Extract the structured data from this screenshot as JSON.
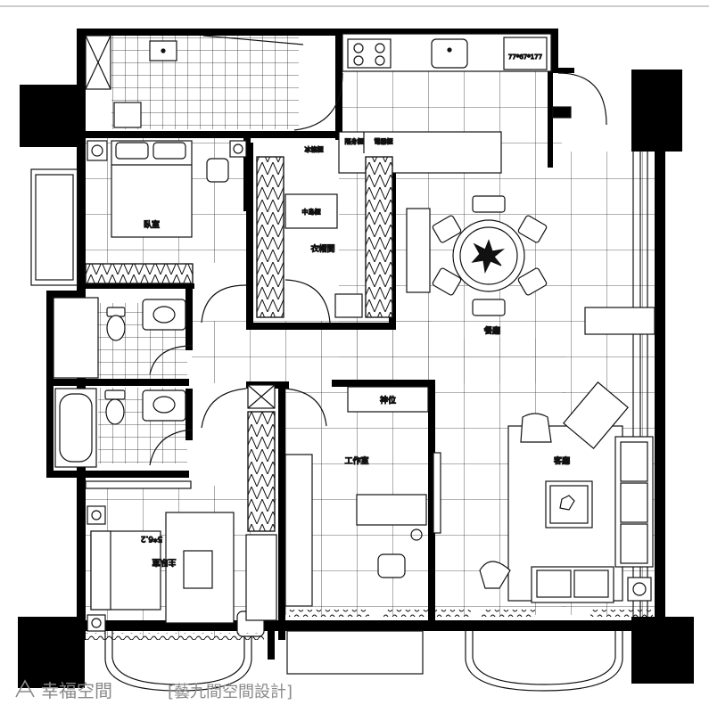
{
  "rooms": {
    "bedroom": "臥室",
    "walk_in_closet": "衣帽間",
    "dining": "餐廳",
    "study": "工作室",
    "living": "客廳",
    "master_bedroom": "主臥室",
    "altar": "神位"
  },
  "furniture_labels": {
    "island": "中島櫃",
    "fridge": "冰箱櫃",
    "cabinet_left": "隔身櫃",
    "cabinet_right": "電器櫃",
    "appliance_size": "77*67*177",
    "bed_size": "5*6.2"
  },
  "watermark": {
    "brand": "幸福空間",
    "designer": "[藝九間空間設計]"
  }
}
